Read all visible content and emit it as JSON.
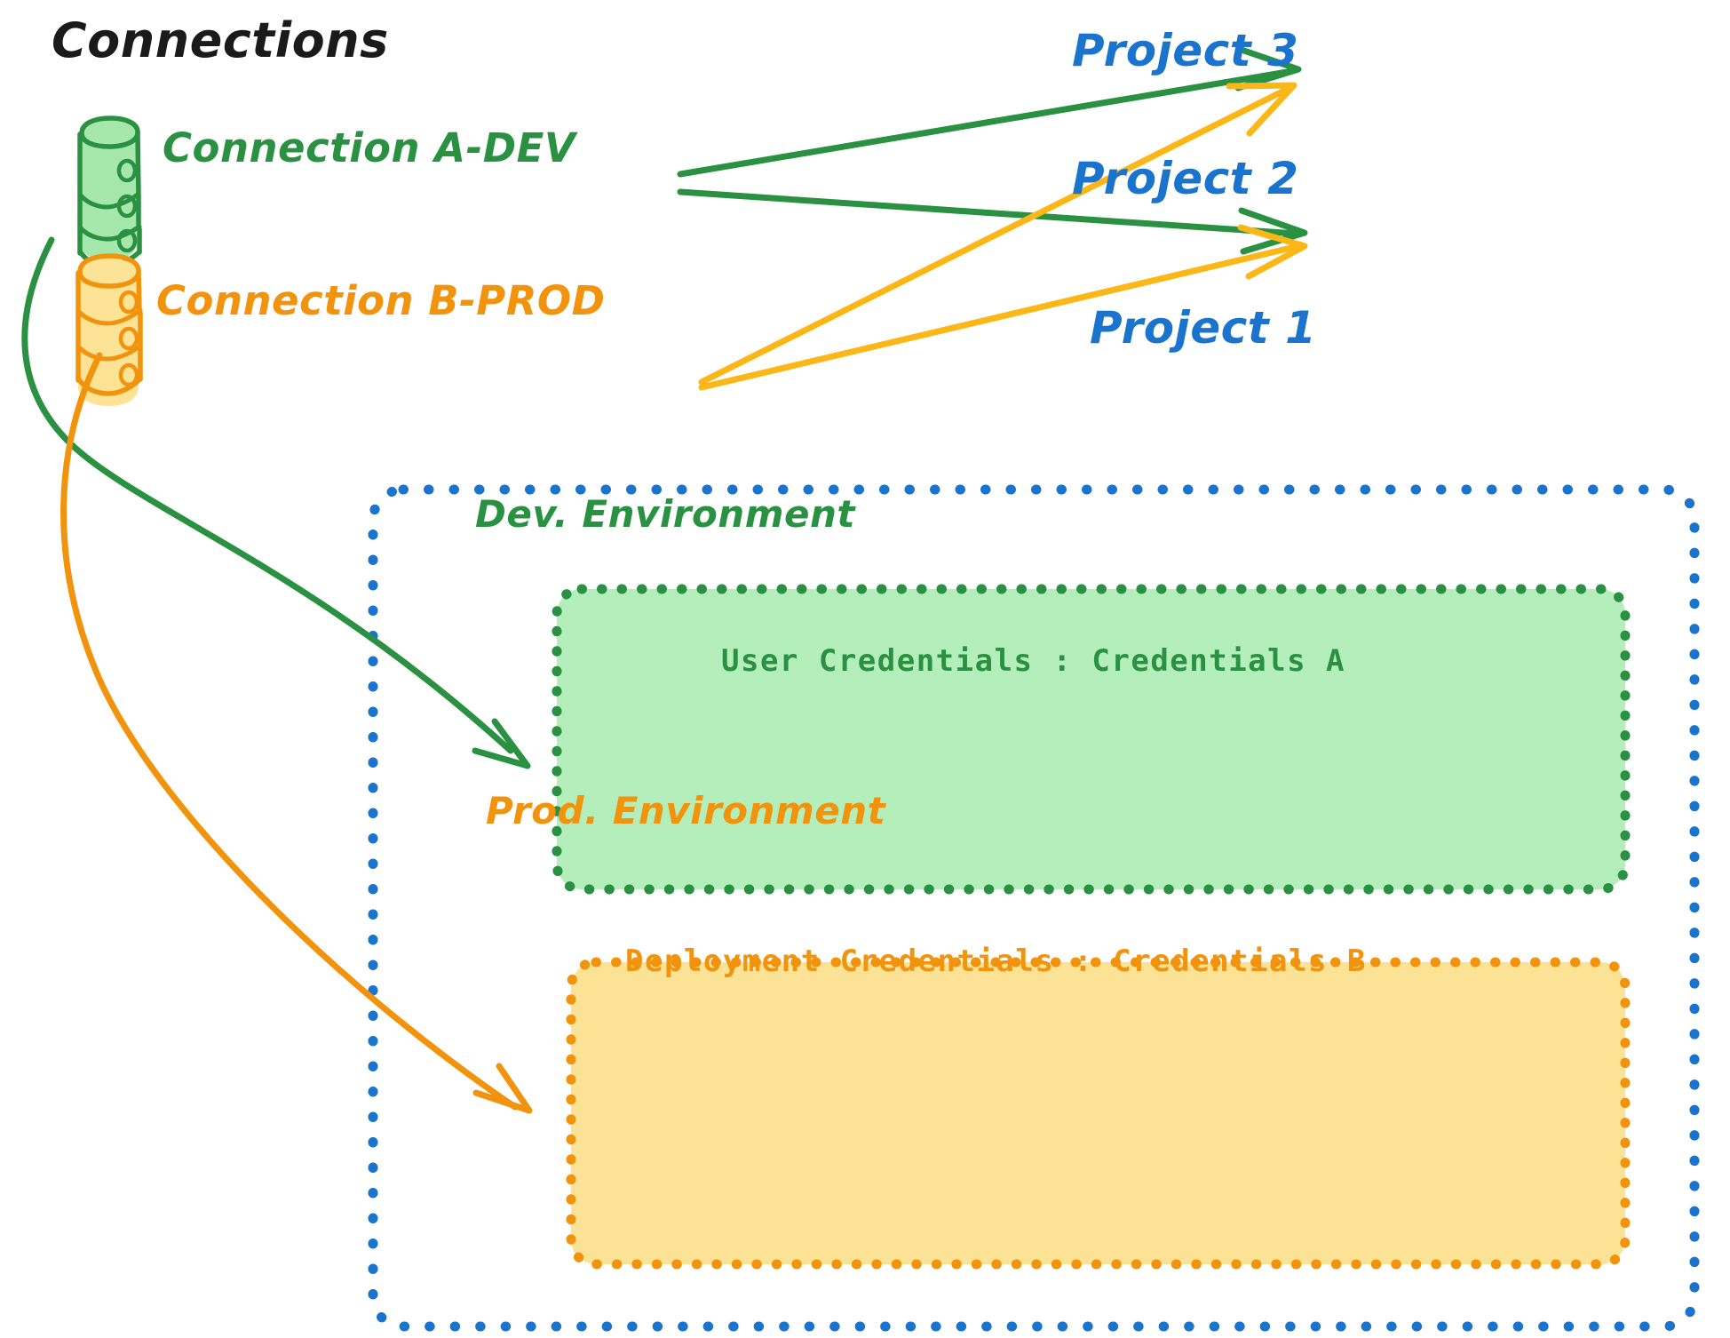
{
  "diagram": {
    "title": "Connections",
    "title_color": "#1a1a1a",
    "background": "#ffffff"
  },
  "connections": [
    {
      "id": "connection-a-dev",
      "label": "Connection A-DEV",
      "color": "#2a9142",
      "fill": "#a6e7ac",
      "icon": "database-cylinder-icon",
      "targets": [
        "Project 3",
        "Project 2",
        "Dev. Environment"
      ]
    },
    {
      "id": "connection-b-prod",
      "label": "Connection B-PROD",
      "color": "#f2930d",
      "fill": "#fde396",
      "icon": "database-cylinder-icon",
      "targets": [
        "Project 3",
        "Project 2",
        "Prod. Environment"
      ]
    }
  ],
  "projects": [
    {
      "id": "project-3",
      "label": "Project 3",
      "color": "#1a73cc"
    },
    {
      "id": "project-2",
      "label": "Project 2",
      "color": "#1a73cc"
    },
    {
      "id": "project-1",
      "label": "Project 1",
      "color": "#1a73cc"
    }
  ],
  "project1_container": {
    "label": "Project 1",
    "border_color": "#1a73cc",
    "border_style": "dotted",
    "environments": [
      {
        "id": "dev-environment",
        "title": "Dev. Environment",
        "credentials_label": "User Credentials",
        "credentials_value": "Credentials A",
        "credentials_text": "User Credentials : Credentials A",
        "fill": "#b4eeba",
        "border_color": "#2a9142",
        "text_color": "#2a9142"
      },
      {
        "id": "prod-environment",
        "title": "Prod. Environment",
        "credentials_label": "Deployment Credentials",
        "credentials_value": "Credentials B",
        "credentials_text": "Deployment Credentials : Credentials B",
        "fill": "#fbe294",
        "border_color": "#f2930d",
        "text_color": "#f2930d"
      }
    ]
  },
  "colors": {
    "green": "#2a9142",
    "green_fill": "#a6e7ac",
    "orange": "#f2930d",
    "orange_arrow": "#fbb618",
    "orange_fill": "#fde396",
    "blue": "#1a73cc",
    "black": "#1a1a1a"
  }
}
